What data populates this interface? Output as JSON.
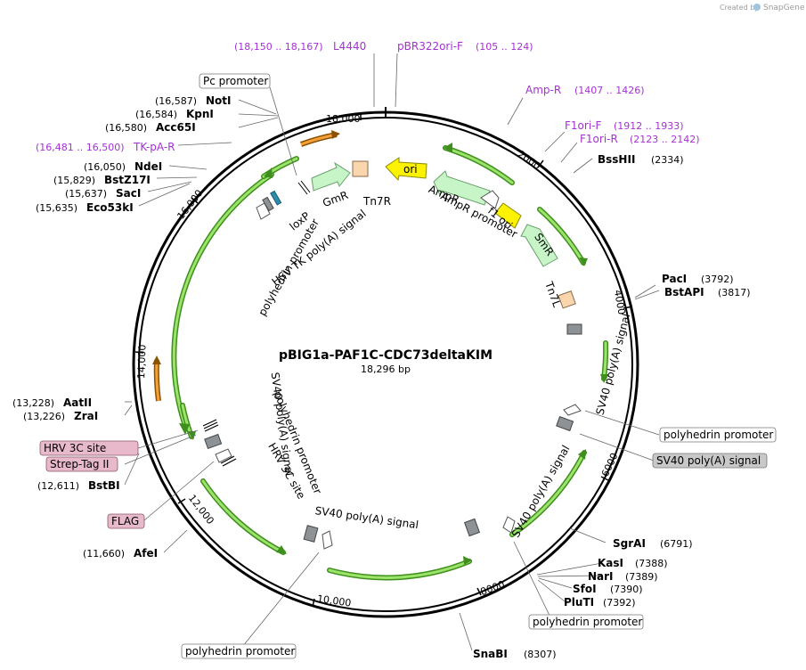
{
  "app": {
    "credit": "Created by",
    "brand": "SnapGene"
  },
  "plasmid": {
    "name": "pBIG1a-PAF1C-CDC73deltaKIM",
    "length": "18,296 bp"
  },
  "ticks": [
    "18,000",
    "2000",
    "4000",
    "6000",
    "8000",
    "10,000",
    "12,000",
    "14,000",
    "16,000"
  ],
  "enzymes": [
    {
      "name": "NotI",
      "pos": "(16,587)"
    },
    {
      "name": "KpnI",
      "pos": "(16,584)"
    },
    {
      "name": "Acc65I",
      "pos": "(16,580)"
    },
    {
      "name": "NdeI",
      "pos": "(16,050)"
    },
    {
      "name": "BstZ17I",
      "pos": "(15,829)"
    },
    {
      "name": "SacI",
      "pos": "(15,637)"
    },
    {
      "name": "Eco53kI",
      "pos": "(15,635)"
    },
    {
      "name": "AatII",
      "pos": "(13,228)"
    },
    {
      "name": "ZraI",
      "pos": "(13,226)"
    },
    {
      "name": "BstBI",
      "pos": "(12,611)"
    },
    {
      "name": "AfeI",
      "pos": "(11,660)"
    },
    {
      "name": "BssHII",
      "pos": "(2334)"
    },
    {
      "name": "PacI",
      "pos": "(3792)"
    },
    {
      "name": "BstAPI",
      "pos": "(3817)"
    },
    {
      "name": "SgrAI",
      "pos": "(6791)"
    },
    {
      "name": "KasI",
      "pos": "(7388)"
    },
    {
      "name": "NarI",
      "pos": "(7389)"
    },
    {
      "name": "SfoI",
      "pos": "(7390)"
    },
    {
      "name": "PluTI",
      "pos": "(7392)"
    },
    {
      "name": "SnaBI",
      "pos": "(8307)"
    }
  ],
  "primers": [
    {
      "name": "L4440",
      "pos": "(18,150 .. 18,167)"
    },
    {
      "name": "pBR322ori-F",
      "pos": "(105 .. 124)"
    },
    {
      "name": "Amp-R",
      "pos": "(1407 .. 1426)"
    },
    {
      "name": "F1ori-F",
      "pos": "(1912 .. 1933)"
    },
    {
      "name": "F1ori-R",
      "pos": "(2123 .. 2142)"
    },
    {
      "name": "TK-pA-R",
      "pos": "(16,481 .. 16,500)"
    }
  ],
  "boxed": {
    "pc_promoter": "Pc promoter",
    "polyhedrin_a": "polyhedrin promoter",
    "sv40_box": "SV40 poly(A) signal",
    "polyhedrin_b": "polyhedrin promoter",
    "polyhedrin_c": "polyhedrin promoter",
    "hrv": "HRV 3C site",
    "strep": "Strep-Tag II",
    "flag": "FLAG"
  },
  "features": {
    "gmr": "GmR",
    "tn7r": "Tn7R",
    "ori": "ori",
    "ampr": "AmpR",
    "ampr_promoter": "AmpR promoter",
    "f1_ori": "f1 ori",
    "smr": "SmR",
    "tn7l": "Tn7L",
    "loxp": "loxP",
    "hsv_tk": "HSV TK poly(A) signal",
    "polyh_inner": "polyhedrin promoter",
    "sv40_r1": "SV40 poly(A) signal",
    "sv40_r2": "SV40 poly(A) signal",
    "sv40_bottom": "SV40 poly(A) signal",
    "sv40_left": "SV40 poly(A) signal",
    "polyh_left": "polyhedrin promoter",
    "hrv_inner": "HRV 3C site"
  },
  "colors": {
    "primer": "#a630d6",
    "cds_green": "#9be36b",
    "cds_outline": "#3f8f1d",
    "light_green": "#c7f5c8",
    "orange": "#f5a03a",
    "yellow": "#fdf200",
    "pink_box": "#e8b9cb",
    "gray_box": "#c8c8c8",
    "tan": "#fad6ae",
    "gray_feature": "#8c9296",
    "teal": "#2b8cab"
  }
}
